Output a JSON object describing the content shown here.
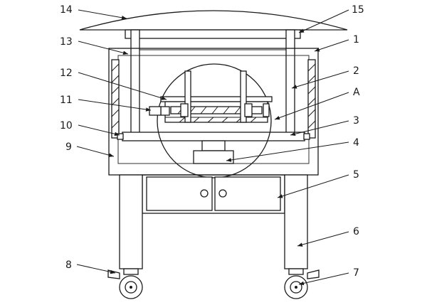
{
  "callouts": {
    "c1": "1",
    "c2": "2",
    "cA": "A",
    "c3": "3",
    "c4": "4",
    "c5": "5",
    "c6": "6",
    "c7": "7",
    "c8": "8",
    "c9": "9",
    "c10": "10",
    "c11": "11",
    "c12": "12",
    "c13": "13",
    "c14": "14",
    "c15": "15"
  }
}
